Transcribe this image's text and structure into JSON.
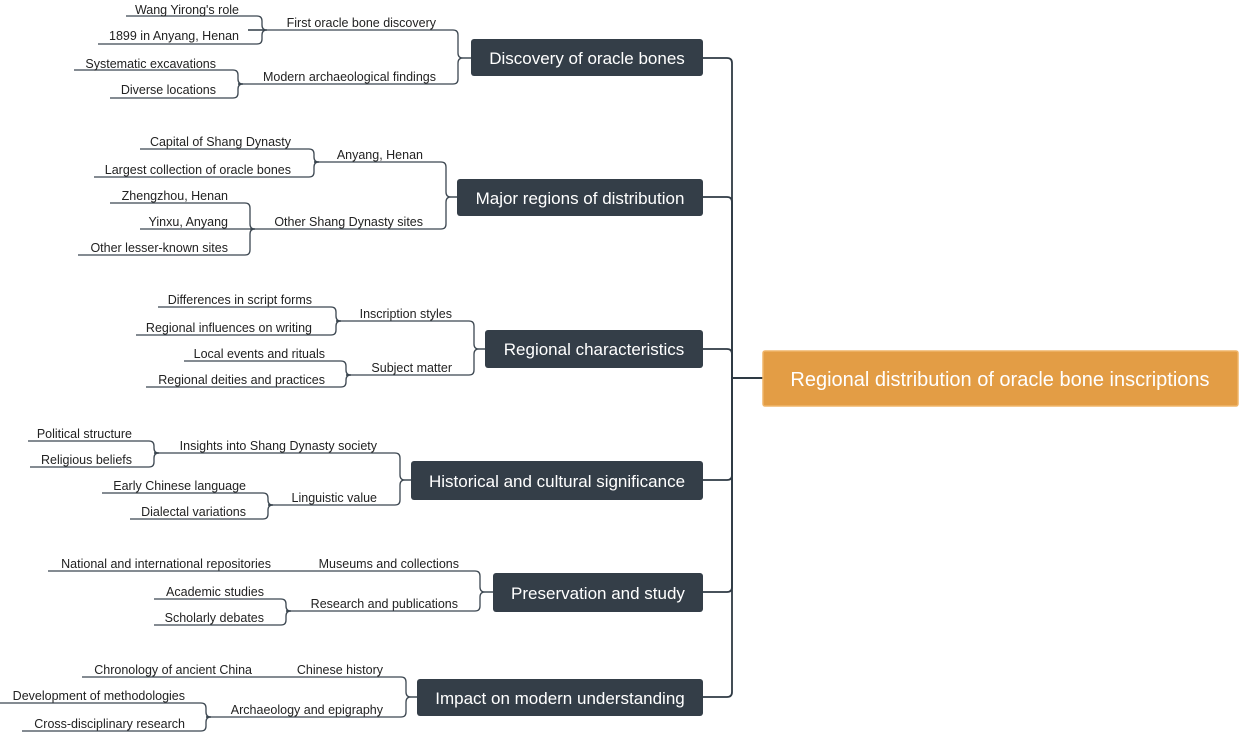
{
  "root": "Regional distribution of oracle bone inscriptions",
  "branches": [
    {
      "label": "Discovery of oracle bones",
      "subs": [
        {
          "label": "First oracle bone discovery",
          "items": [
            "Wang Yirong's role",
            "1899 in Anyang, Henan"
          ]
        },
        {
          "label": "Modern archaeological findings",
          "items": [
            "Systematic excavations",
            "Diverse locations"
          ]
        }
      ]
    },
    {
      "label": "Major regions of distribution",
      "subs": [
        {
          "label": "Anyang, Henan",
          "items": [
            "Capital of Shang Dynasty",
            "Largest collection of oracle bones"
          ]
        },
        {
          "label": "Other Shang Dynasty sites",
          "items": [
            "Zhengzhou, Henan",
            "Yinxu, Anyang",
            "Other lesser-known sites"
          ]
        }
      ]
    },
    {
      "label": "Regional characteristics",
      "subs": [
        {
          "label": "Inscription styles",
          "items": [
            "Differences in script forms",
            "Regional influences on writing"
          ]
        },
        {
          "label": "Subject matter",
          "items": [
            "Local events and rituals",
            "Regional deities and practices"
          ]
        }
      ]
    },
    {
      "label": "Historical and cultural significance",
      "subs": [
        {
          "label": "Insights into Shang Dynasty society",
          "items": [
            "Political structure",
            "Religious beliefs"
          ]
        },
        {
          "label": "Linguistic value",
          "items": [
            "Early Chinese language",
            "Dialectal variations"
          ]
        }
      ]
    },
    {
      "label": "Preservation and study",
      "subs": [
        {
          "label": "Museums and collections",
          "items": [
            "National and international repositories"
          ]
        },
        {
          "label": "Research and publications",
          "items": [
            "Academic studies",
            "Scholarly debates"
          ]
        }
      ]
    },
    {
      "label": "Impact on modern understanding",
      "subs": [
        {
          "label": "Chinese history",
          "items": [
            "Chronology of ancient China"
          ]
        },
        {
          "label": "Archaeology and epigraphy",
          "items": [
            "Development of methodologies",
            "Cross-disciplinary research"
          ]
        }
      ]
    }
  ]
}
